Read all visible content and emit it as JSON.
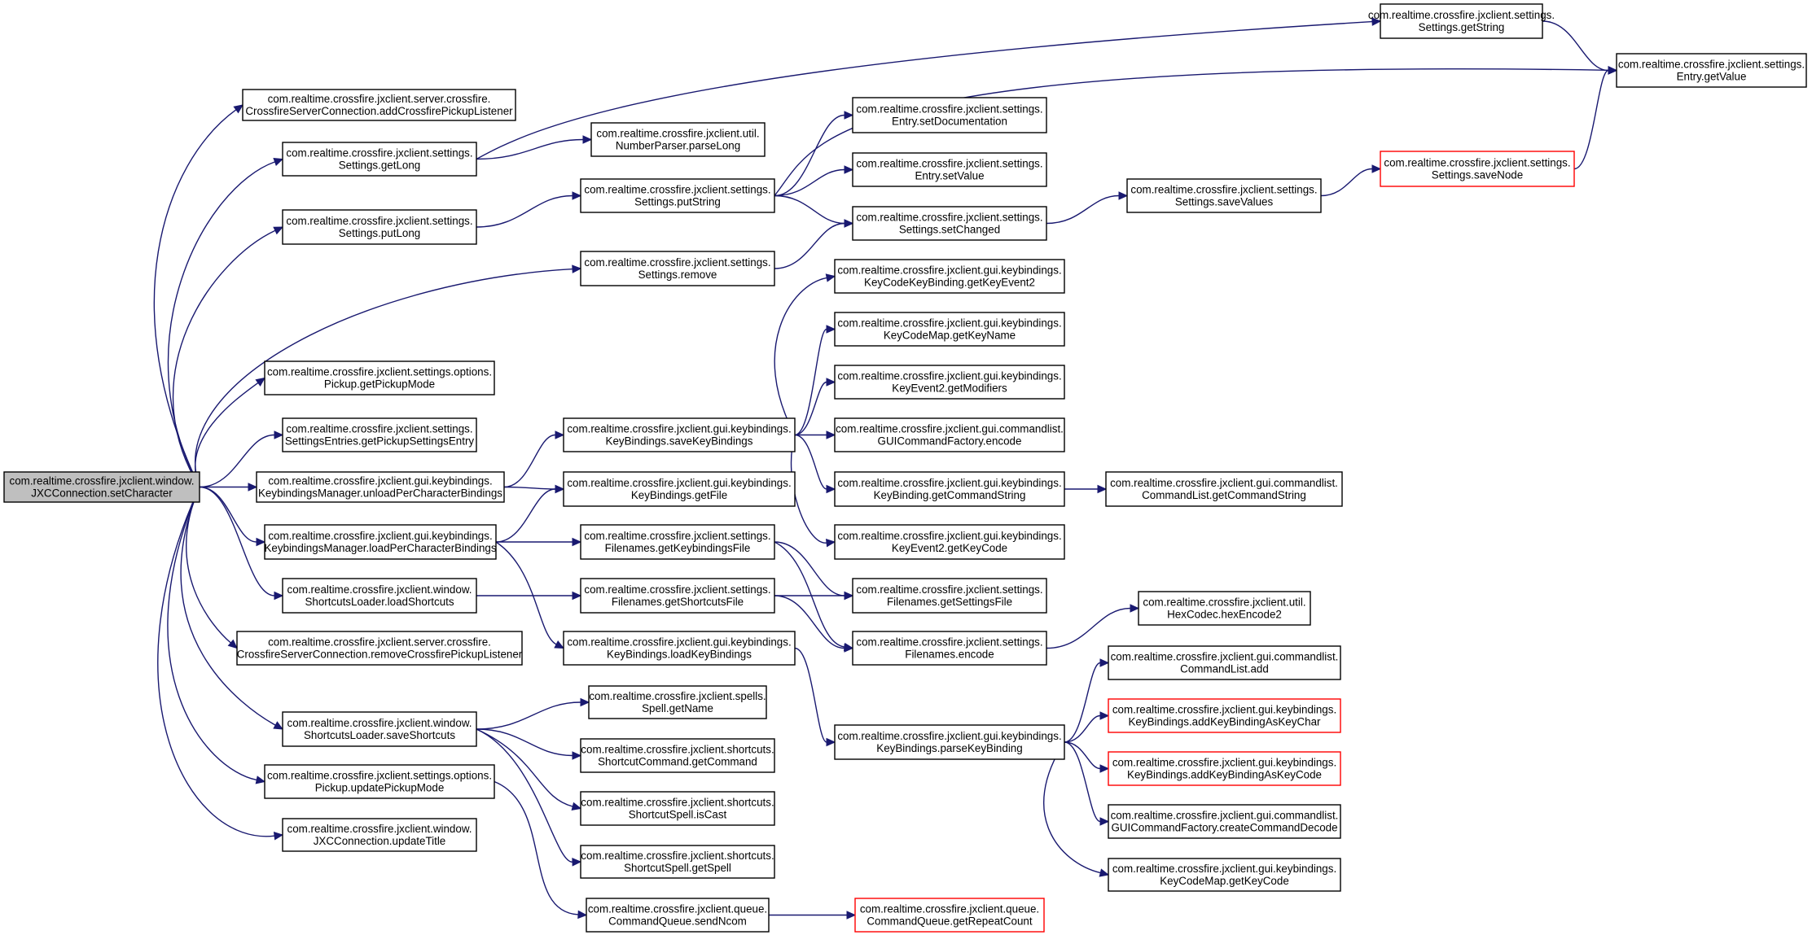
{
  "graph": {
    "nodes": [
      {
        "id": "root",
        "line1": "com.realtime.crossfire.jxclient.window.",
        "line2": "JXCConnection.setCharacter",
        "variant": "root"
      },
      {
        "id": "addPickup",
        "line1": "com.realtime.crossfire.jxclient.server.crossfire.",
        "line2": "CrossfireServerConnection.addCrossfirePickupListener",
        "variant": "normal"
      },
      {
        "id": "getLong",
        "line1": "com.realtime.crossfire.jxclient.settings.",
        "line2": "Settings.getLong",
        "variant": "normal"
      },
      {
        "id": "putLong",
        "line1": "com.realtime.crossfire.jxclient.settings.",
        "line2": "Settings.putLong",
        "variant": "normal"
      },
      {
        "id": "remove",
        "line1": "com.realtime.crossfire.jxclient.settings.",
        "line2": "Settings.remove",
        "variant": "normal"
      },
      {
        "id": "getPickupMode",
        "line1": "com.realtime.crossfire.jxclient.settings.options.",
        "line2": "Pickup.getPickupMode",
        "variant": "normal"
      },
      {
        "id": "getPickupSettingsEntry",
        "line1": "com.realtime.crossfire.jxclient.settings.",
        "line2": "SettingsEntries.getPickupSettingsEntry",
        "variant": "normal"
      },
      {
        "id": "unloadPer",
        "line1": "com.realtime.crossfire.jxclient.gui.keybindings.",
        "line2": "KeybindingsManager.unloadPerCharacterBindings",
        "variant": "normal"
      },
      {
        "id": "loadPer",
        "line1": "com.realtime.crossfire.jxclient.gui.keybindings.",
        "line2": "KeybindingsManager.loadPerCharacterBindings",
        "variant": "normal"
      },
      {
        "id": "loadShortcuts",
        "line1": "com.realtime.crossfire.jxclient.window.",
        "line2": "ShortcutsLoader.loadShortcuts",
        "variant": "normal"
      },
      {
        "id": "removePickup",
        "line1": "com.realtime.crossfire.jxclient.server.crossfire.",
        "line2": "CrossfireServerConnection.removeCrossfirePickupListener",
        "variant": "normal"
      },
      {
        "id": "saveShortcuts",
        "line1": "com.realtime.crossfire.jxclient.window.",
        "line2": "ShortcutsLoader.saveShortcuts",
        "variant": "normal"
      },
      {
        "id": "updatePickupMode",
        "line1": "com.realtime.crossfire.jxclient.settings.options.",
        "line2": "Pickup.updatePickupMode",
        "variant": "normal"
      },
      {
        "id": "updateTitle",
        "line1": "com.realtime.crossfire.jxclient.window.",
        "line2": "JXCConnection.updateTitle",
        "variant": "normal"
      },
      {
        "id": "parseLong",
        "line1": "com.realtime.crossfire.jxclient.util.",
        "line2": "NumberParser.parseLong",
        "variant": "normal"
      },
      {
        "id": "putString",
        "line1": "com.realtime.crossfire.jxclient.settings.",
        "line2": "Settings.putString",
        "variant": "normal"
      },
      {
        "id": "saveKeyBindings",
        "line1": "com.realtime.crossfire.jxclient.gui.keybindings.",
        "line2": "KeyBindings.saveKeyBindings",
        "variant": "normal"
      },
      {
        "id": "kbGetFile",
        "line1": "com.realtime.crossfire.jxclient.gui.keybindings.",
        "line2": "KeyBindings.getFile",
        "variant": "normal"
      },
      {
        "id": "getKeybindingsFile",
        "line1": "com.realtime.crossfire.jxclient.settings.",
        "line2": "Filenames.getKeybindingsFile",
        "variant": "normal"
      },
      {
        "id": "getShortcutsFile",
        "line1": "com.realtime.crossfire.jxclient.settings.",
        "line2": "Filenames.getShortcutsFile",
        "variant": "normal"
      },
      {
        "id": "loadKeyBindings",
        "line1": "com.realtime.crossfire.jxclient.gui.keybindings.",
        "line2": "KeyBindings.loadKeyBindings",
        "variant": "normal"
      },
      {
        "id": "spellGetName",
        "line1": "com.realtime.crossfire.jxclient.spells.",
        "line2": "Spell.getName",
        "variant": "normal"
      },
      {
        "id": "getCommand",
        "line1": "com.realtime.crossfire.jxclient.shortcuts.",
        "line2": "ShortcutCommand.getCommand",
        "variant": "normal"
      },
      {
        "id": "isCast",
        "line1": "com.realtime.crossfire.jxclient.shortcuts.",
        "line2": "ShortcutSpell.isCast",
        "variant": "normal"
      },
      {
        "id": "getSpell",
        "line1": "com.realtime.crossfire.jxclient.shortcuts.",
        "line2": "ShortcutSpell.getSpell",
        "variant": "normal"
      },
      {
        "id": "sendNcom",
        "line1": "com.realtime.crossfire.jxclient.queue.",
        "line2": "CommandQueue.sendNcom",
        "variant": "normal"
      },
      {
        "id": "getString",
        "line1": "com.realtime.crossfire.jxclient.settings.",
        "line2": "Settings.getString",
        "variant": "normal"
      },
      {
        "id": "setDocumentation",
        "line1": "com.realtime.crossfire.jxclient.settings.",
        "line2": "Entry.setDocumentation",
        "variant": "normal"
      },
      {
        "id": "setValue",
        "line1": "com.realtime.crossfire.jxclient.settings.",
        "line2": "Entry.setValue",
        "variant": "normal"
      },
      {
        "id": "setChanged",
        "line1": "com.realtime.crossfire.jxclient.settings.",
        "line2": "Settings.setChanged",
        "variant": "normal"
      },
      {
        "id": "getKeyEvent2",
        "line1": "com.realtime.crossfire.jxclient.gui.keybindings.",
        "line2": "KeyCodeKeyBinding.getKeyEvent2",
        "variant": "normal"
      },
      {
        "id": "getKeyName",
        "line1": "com.realtime.crossfire.jxclient.gui.keybindings.",
        "line2": "KeyCodeMap.getKeyName",
        "variant": "normal"
      },
      {
        "id": "getModifiers",
        "line1": "com.realtime.crossfire.jxclient.gui.keybindings.",
        "line2": "KeyEvent2.getModifiers",
        "variant": "normal"
      },
      {
        "id": "encodeCmd",
        "line1": "com.realtime.crossfire.jxclient.gui.commandlist.",
        "line2": "GUICommandFactory.encode",
        "variant": "normal"
      },
      {
        "id": "getCommandString",
        "line1": "com.realtime.crossfire.jxclient.gui.keybindings.",
        "line2": "KeyBinding.getCommandString",
        "variant": "normal"
      },
      {
        "id": "getKeyCode",
        "line1": "com.realtime.crossfire.jxclient.gui.keybindings.",
        "line2": "KeyEvent2.getKeyCode",
        "variant": "normal"
      },
      {
        "id": "getSettingsFile",
        "line1": "com.realtime.crossfire.jxclient.settings.",
        "line2": "Filenames.getSettingsFile",
        "variant": "normal"
      },
      {
        "id": "fnEncode",
        "line1": "com.realtime.crossfire.jxclient.settings.",
        "line2": "Filenames.encode",
        "variant": "normal"
      },
      {
        "id": "parseKeyBinding",
        "line1": "com.realtime.crossfire.jxclient.gui.keybindings.",
        "line2": "KeyBindings.parseKeyBinding",
        "variant": "normal"
      },
      {
        "id": "getRepeatCount",
        "line1": "com.realtime.crossfire.jxclient.queue.",
        "line2": "CommandQueue.getRepeatCount",
        "variant": "red"
      },
      {
        "id": "saveValues",
        "line1": "com.realtime.crossfire.jxclient.settings.",
        "line2": "Settings.saveValues",
        "variant": "normal"
      },
      {
        "id": "clGetCommandString",
        "line1": "com.realtime.crossfire.jxclient.gui.commandlist.",
        "line2": "CommandList.getCommandString",
        "variant": "normal"
      },
      {
        "id": "hexEncode2",
        "line1": "com.realtime.crossfire.jxclient.util.",
        "line2": "HexCodec.hexEncode2",
        "variant": "normal"
      },
      {
        "id": "clAdd",
        "line1": "com.realtime.crossfire.jxclient.gui.commandlist.",
        "line2": "CommandList.add",
        "variant": "normal"
      },
      {
        "id": "addAsKeyChar",
        "line1": "com.realtime.crossfire.jxclient.gui.keybindings.",
        "line2": "KeyBindings.addKeyBindingAsKeyChar",
        "variant": "red"
      },
      {
        "id": "addAsKeyCode",
        "line1": "com.realtime.crossfire.jxclient.gui.keybindings.",
        "line2": "KeyBindings.addKeyBindingAsKeyCode",
        "variant": "red"
      },
      {
        "id": "createCommandDecode",
        "line1": "com.realtime.crossfire.jxclient.gui.commandlist.",
        "line2": "GUICommandFactory.createCommandDecode",
        "variant": "normal"
      },
      {
        "id": "kcmGetKeyCode",
        "line1": "com.realtime.crossfire.jxclient.gui.keybindings.",
        "line2": "KeyCodeMap.getKeyCode",
        "variant": "normal"
      },
      {
        "id": "saveNode",
        "line1": "com.realtime.crossfire.jxclient.settings.",
        "line2": "Settings.saveNode",
        "variant": "red"
      },
      {
        "id": "entryGetValue",
        "line1": "com.realtime.crossfire.jxclient.settings.",
        "line2": "Entry.getValue",
        "variant": "normal"
      }
    ],
    "edges": [
      [
        "root",
        "addPickup"
      ],
      [
        "root",
        "getLong"
      ],
      [
        "root",
        "putLong"
      ],
      [
        "root",
        "remove"
      ],
      [
        "root",
        "getPickupMode"
      ],
      [
        "root",
        "getPickupSettingsEntry"
      ],
      [
        "root",
        "unloadPer"
      ],
      [
        "root",
        "loadPer"
      ],
      [
        "root",
        "loadShortcuts"
      ],
      [
        "root",
        "removePickup"
      ],
      [
        "root",
        "saveShortcuts"
      ],
      [
        "root",
        "updatePickupMode"
      ],
      [
        "root",
        "updateTitle"
      ],
      [
        "getLong",
        "getString"
      ],
      [
        "getLong",
        "parseLong"
      ],
      [
        "putLong",
        "putString"
      ],
      [
        "remove",
        "setChanged"
      ],
      [
        "putString",
        "entryGetValue"
      ],
      [
        "putString",
        "setDocumentation"
      ],
      [
        "putString",
        "setValue"
      ],
      [
        "putString",
        "setChanged"
      ],
      [
        "setChanged",
        "saveValues"
      ],
      [
        "saveValues",
        "saveNode"
      ],
      [
        "saveNode",
        "entryGetValue"
      ],
      [
        "getString",
        "entryGetValue"
      ],
      [
        "unloadPer",
        "saveKeyBindings"
      ],
      [
        "unloadPer",
        "kbGetFile"
      ],
      [
        "loadPer",
        "kbGetFile"
      ],
      [
        "loadPer",
        "getKeybindingsFile"
      ],
      [
        "loadPer",
        "loadKeyBindings"
      ],
      [
        "saveKeyBindings",
        "getKeyEvent2"
      ],
      [
        "saveKeyBindings",
        "getKeyName"
      ],
      [
        "saveKeyBindings",
        "getModifiers"
      ],
      [
        "saveKeyBindings",
        "encodeCmd"
      ],
      [
        "saveKeyBindings",
        "getCommandString"
      ],
      [
        "saveKeyBindings",
        "getKeyCode"
      ],
      [
        "getCommandString",
        "clGetCommandString"
      ],
      [
        "getKeybindingsFile",
        "getSettingsFile"
      ],
      [
        "getKeybindingsFile",
        "fnEncode"
      ],
      [
        "loadShortcuts",
        "getShortcutsFile"
      ],
      [
        "getShortcutsFile",
        "getSettingsFile"
      ],
      [
        "getShortcutsFile",
        "fnEncode"
      ],
      [
        "fnEncode",
        "hexEncode2"
      ],
      [
        "loadKeyBindings",
        "parseKeyBinding"
      ],
      [
        "parseKeyBinding",
        "clAdd"
      ],
      [
        "parseKeyBinding",
        "addAsKeyChar"
      ],
      [
        "parseKeyBinding",
        "addAsKeyCode"
      ],
      [
        "parseKeyBinding",
        "createCommandDecode"
      ],
      [
        "parseKeyBinding",
        "kcmGetKeyCode"
      ],
      [
        "saveShortcuts",
        "spellGetName"
      ],
      [
        "saveShortcuts",
        "getCommand"
      ],
      [
        "saveShortcuts",
        "isCast"
      ],
      [
        "saveShortcuts",
        "getSpell"
      ],
      [
        "updatePickupMode",
        "sendNcom"
      ],
      [
        "sendNcom",
        "getRepeatCount"
      ]
    ]
  }
}
